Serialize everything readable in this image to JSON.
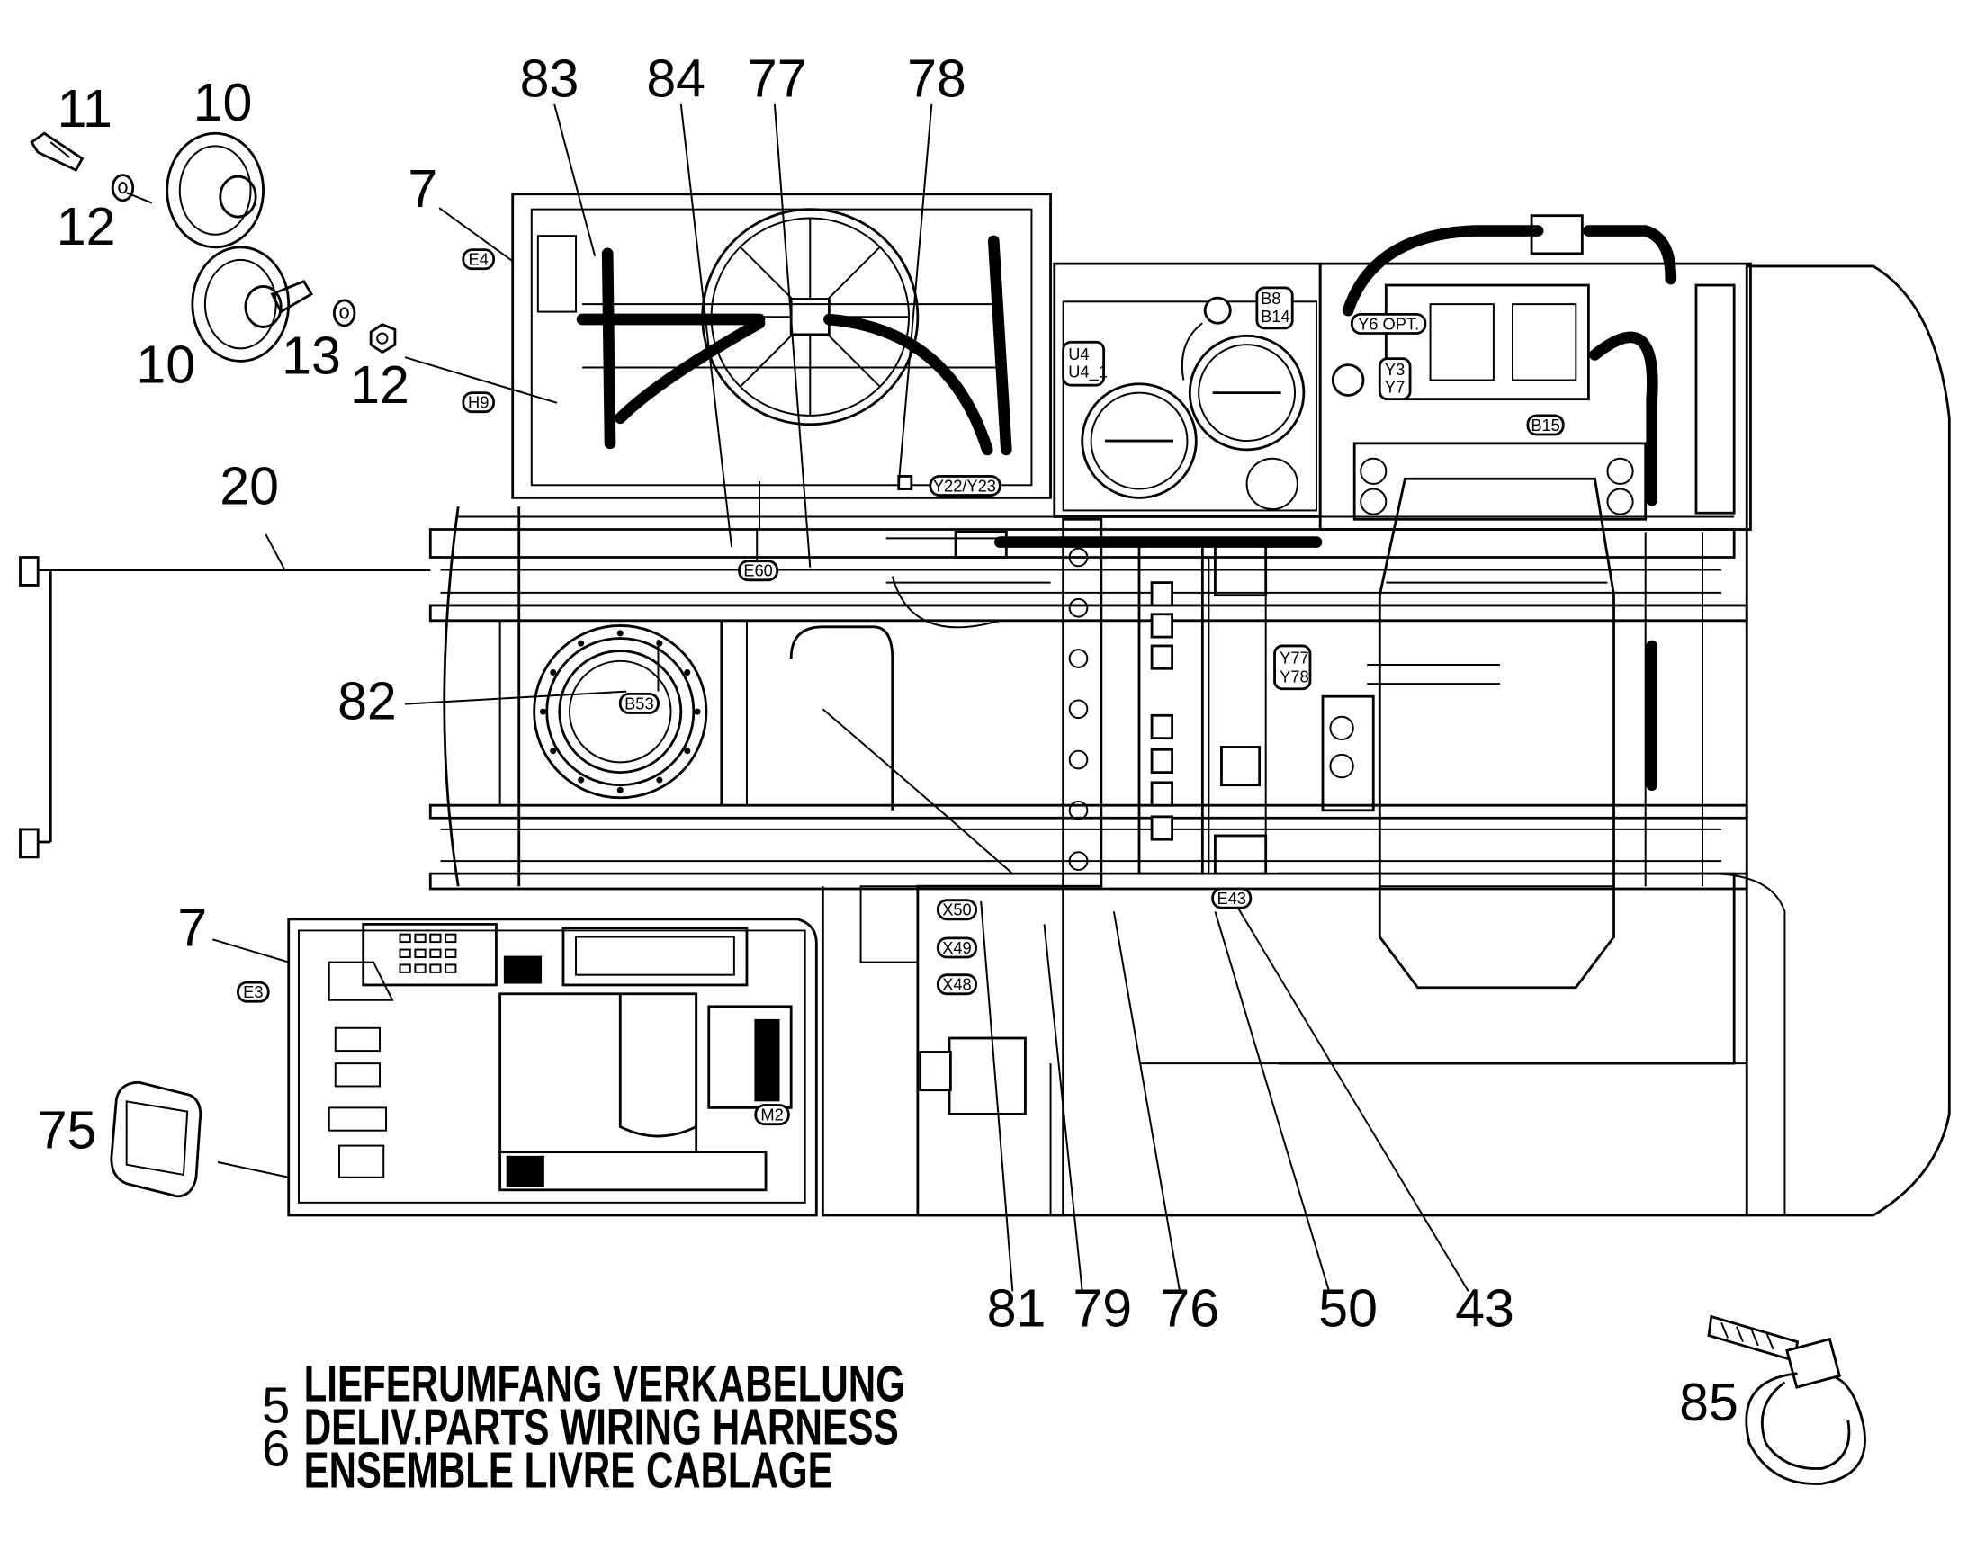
{
  "callouts": {
    "c83": "83",
    "c84": "84",
    "c77": "77",
    "c78": "78",
    "c11": "11",
    "c10a": "10",
    "c12a": "12",
    "c7a": "7",
    "c10b": "10",
    "c13": "13",
    "c12b": "12",
    "c20": "20",
    "c82": "82",
    "c7b": "7",
    "c75": "75",
    "c81": "81",
    "c79": "79",
    "c76": "76",
    "c50": "50",
    "c43": "43",
    "c85": "85"
  },
  "tags": {
    "e4": "E4",
    "h9": "H9",
    "e3": "E3",
    "e60": "E60",
    "b53": "B53",
    "y22y23": "Y22/Y23",
    "b8": "B8",
    "b14": "B14",
    "u4": "U4",
    "u4_1": "U4_1",
    "y6opt": "Y6 OPT.",
    "y3": "Y3",
    "y7": "Y7",
    "b15": "B15",
    "y77": "Y77",
    "y78": "Y78",
    "e43": "E43",
    "x50": "X50",
    "x49": "X49",
    "x48": "X48",
    "m2": "M2"
  },
  "caption": {
    "num5": "5",
    "num6": "6",
    "line1": "LIEFERUMFANG VERKABELUNG",
    "line2": "DELIV.PARTS WIRING HARNESS",
    "line3": "ENSEMBLE LIVRE CABLAGE"
  }
}
